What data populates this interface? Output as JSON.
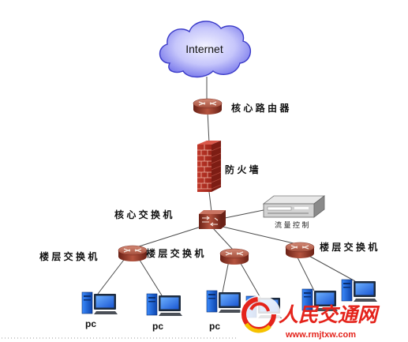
{
  "diagram": {
    "cloud_label": "Internet",
    "core_router_label": "核 心 路 由 器",
    "firewall_label": "防 火 墙",
    "core_switch_label": "核 心 交 换 机",
    "traffic_control_label": "流 量 控 制",
    "floor_switches": [
      {
        "label": "楼 层 交 换 机"
      },
      {
        "label": "楼 层 交 换 机"
      },
      {
        "label": "楼 层 交 换 机"
      }
    ],
    "pc_labels": [
      {
        "label": "pc"
      },
      {
        "label": "pc"
      },
      {
        "label": "pc"
      }
    ]
  },
  "watermark": {
    "name": "人民交通网",
    "url": "www.rmjtxw.com"
  },
  "colors": {
    "cloud": "#8a8af2",
    "network_device": "#a0463a",
    "pc": "#1f6fe6",
    "watermark": "#e4231b"
  },
  "icons": [
    "cloud-icon",
    "router-icon",
    "firewall-icon",
    "switch-icon",
    "traffic-control-device-icon",
    "pc-icon"
  ]
}
